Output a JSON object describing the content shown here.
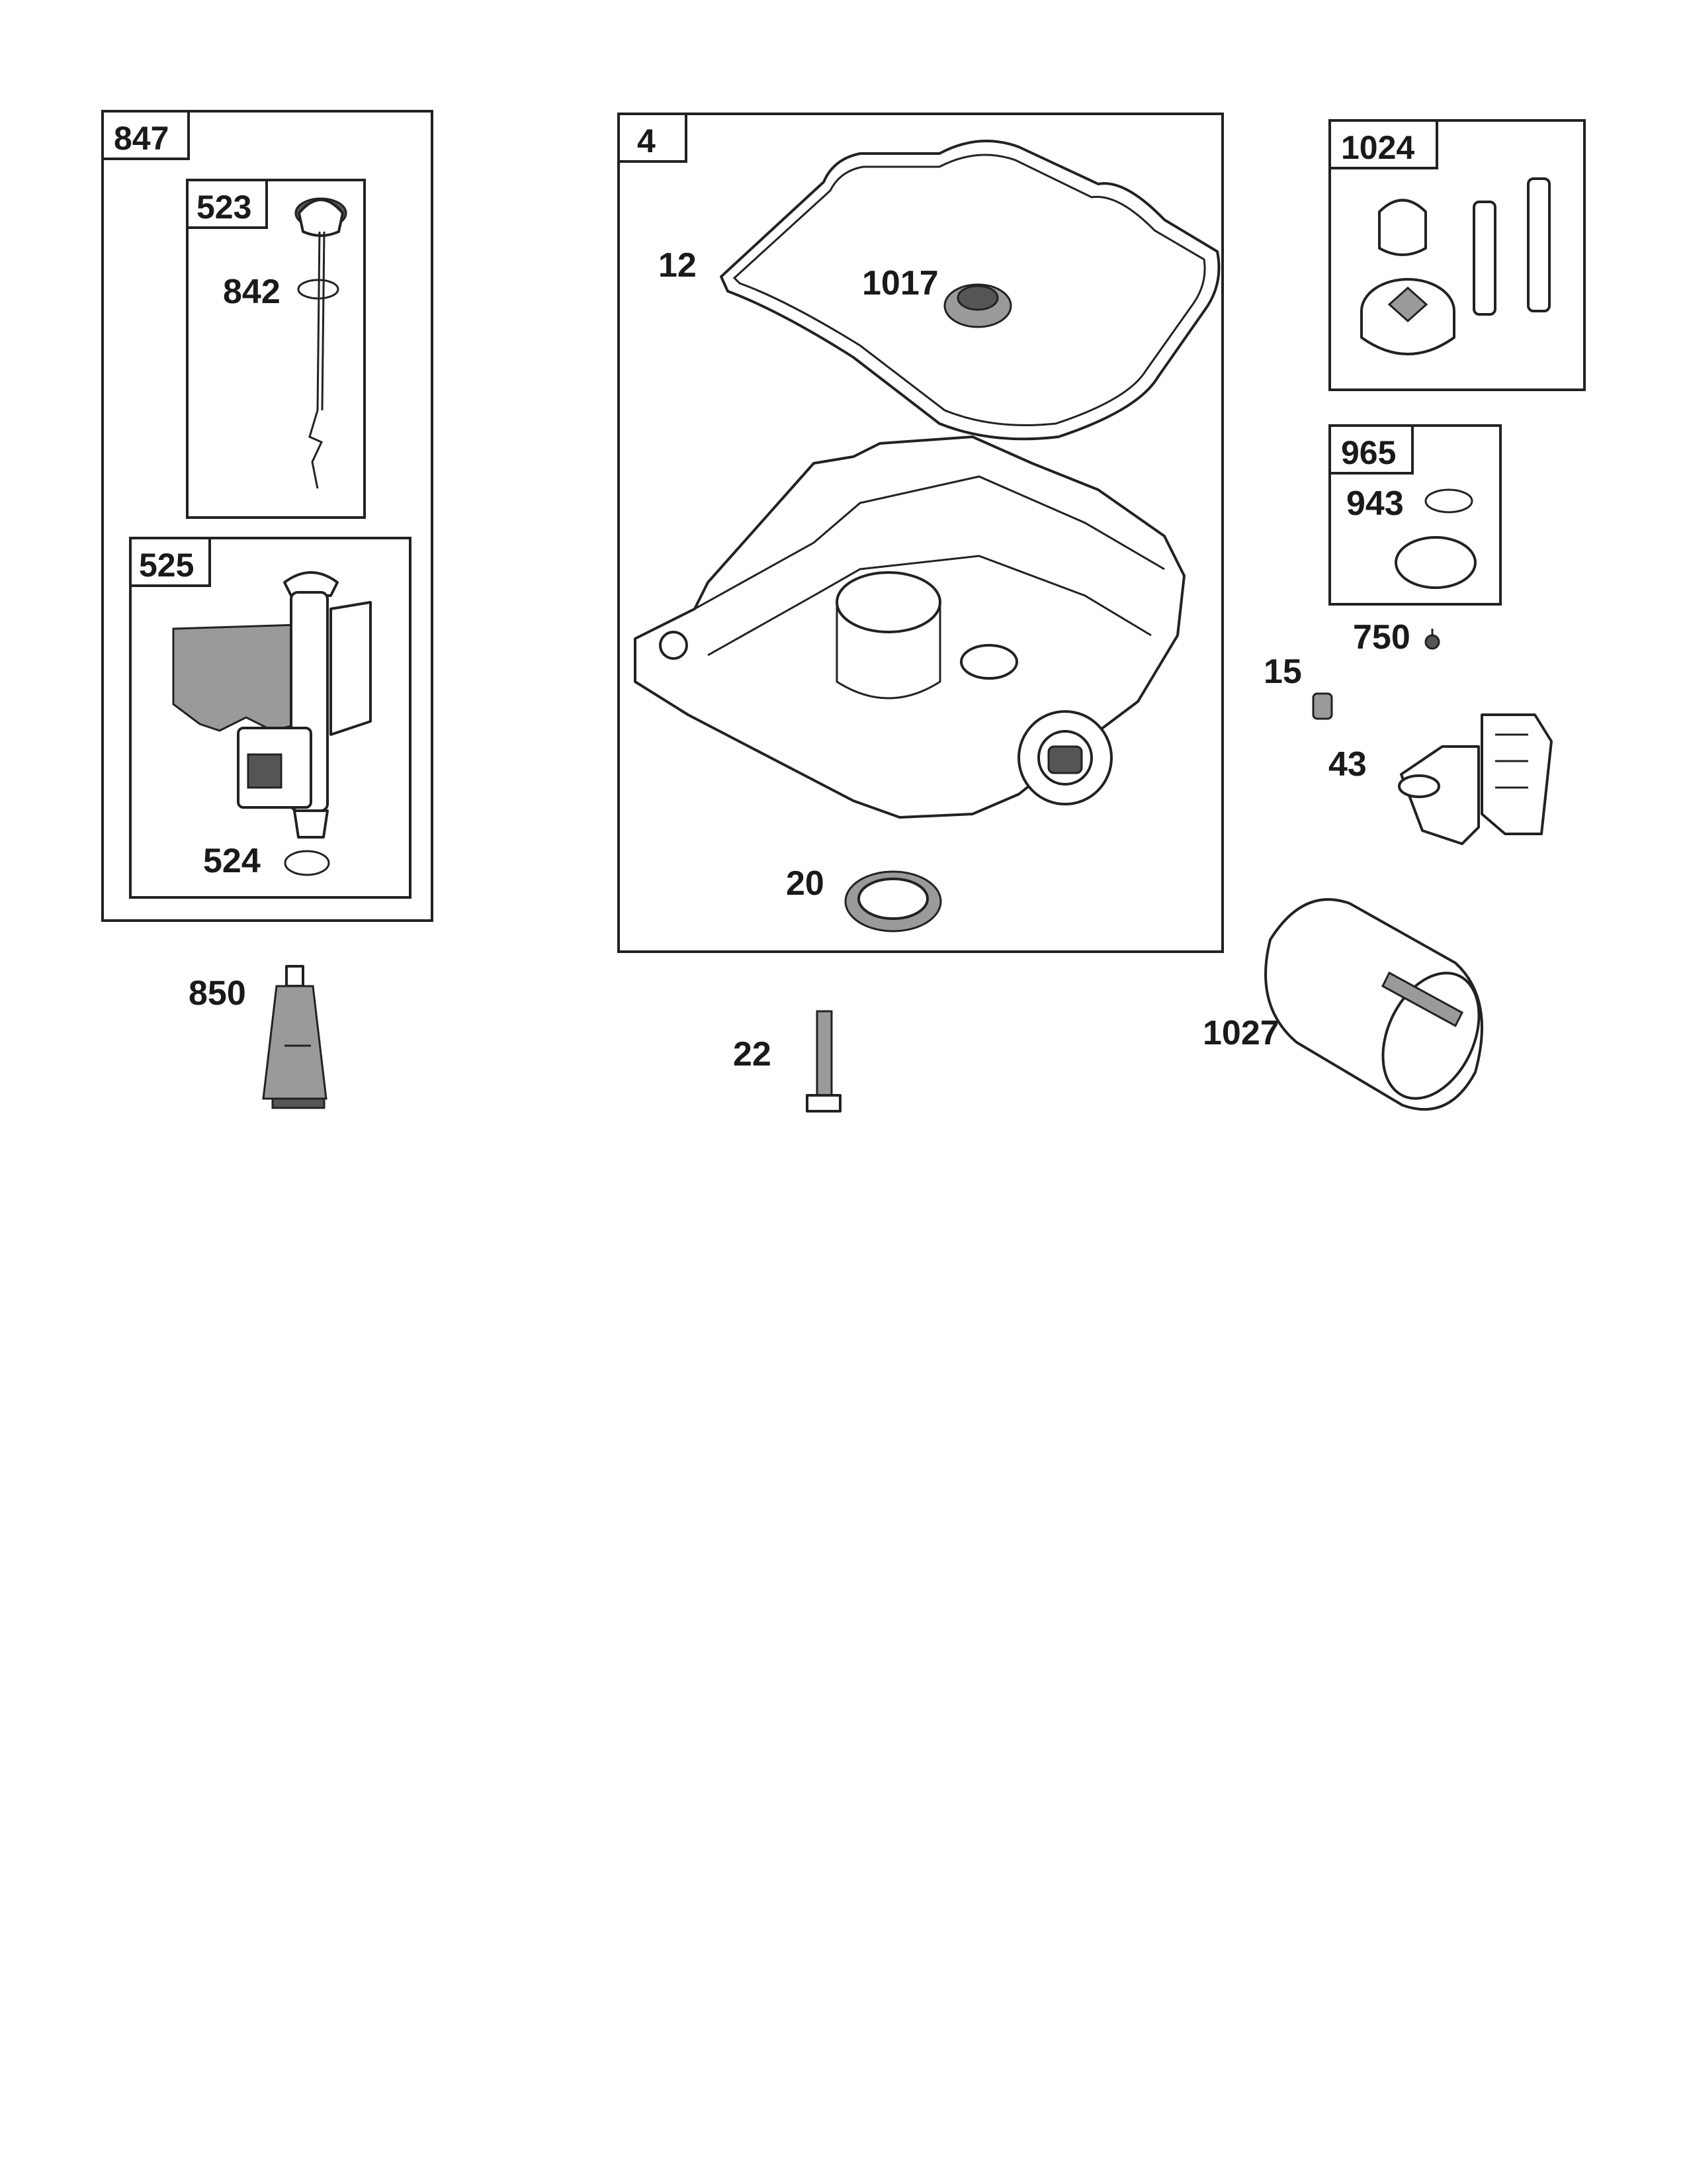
{
  "groups": {
    "g847": "847",
    "g523": "523",
    "g525": "525",
    "g4": "4",
    "g1024": "1024",
    "g965": "965"
  },
  "callouts": {
    "c842": "842",
    "c524": "524",
    "c850": "850",
    "c12": "12",
    "c1017": "1017",
    "c20": "20",
    "c22": "22",
    "c943": "943",
    "c750": "750",
    "c15": "15",
    "c43": "43",
    "c1027": "1027"
  },
  "colors": {
    "ink": "#222222",
    "shade": "#9a9a9a",
    "background": "#ffffff"
  }
}
